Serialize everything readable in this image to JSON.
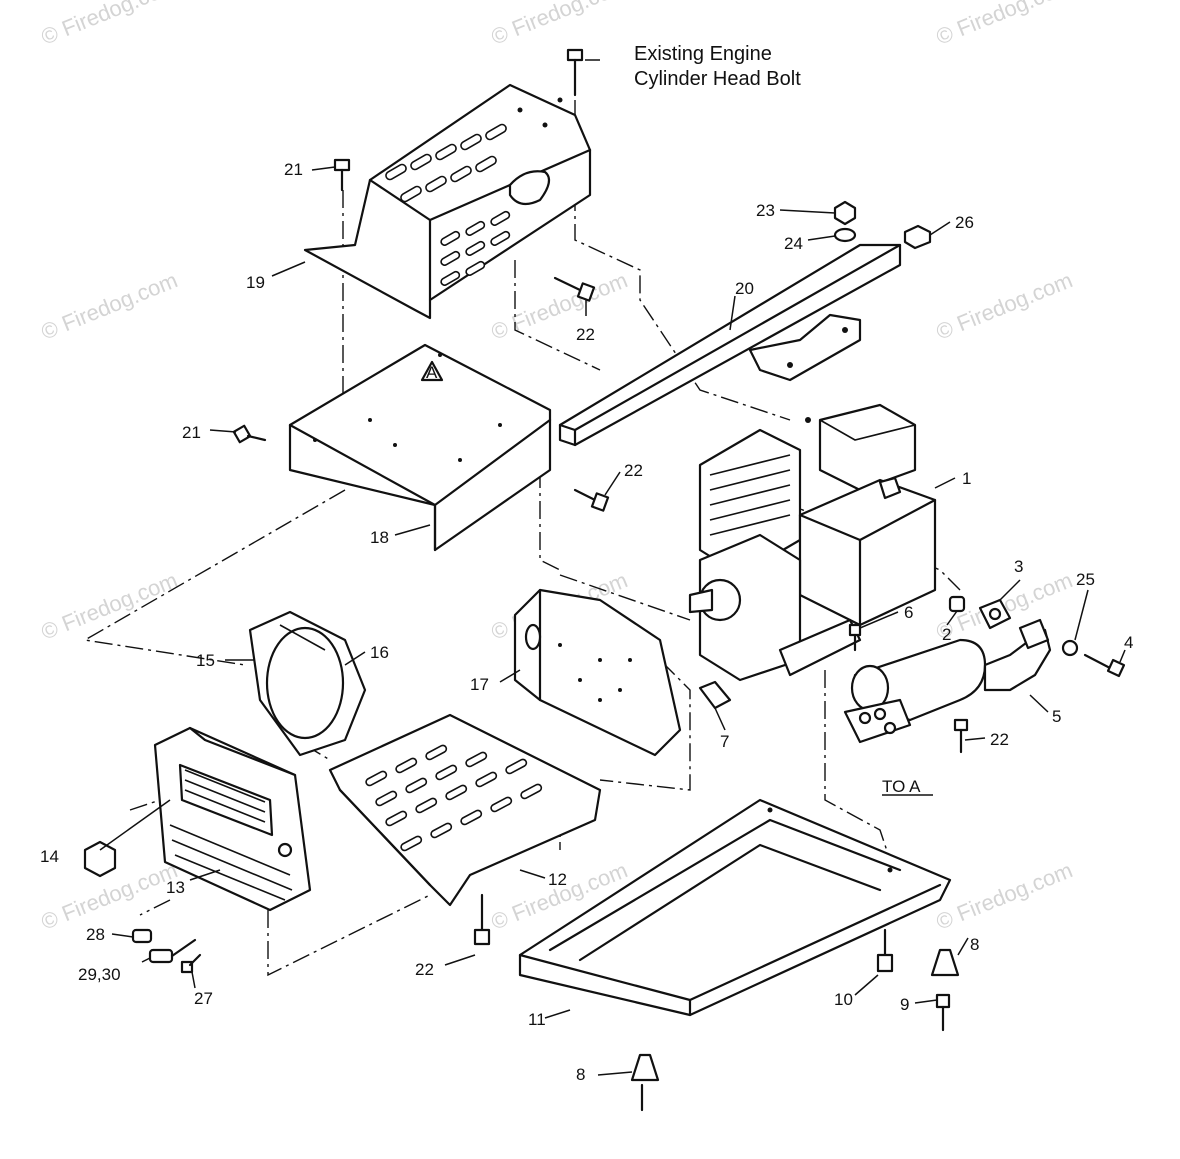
{
  "diagram": {
    "header_note_line1": "Existing Engine",
    "header_note_line2": "Cylinder Head Bolt",
    "watermark_text": "© Firedog.com",
    "callouts": {
      "c1": "1",
      "c2": "2",
      "c3": "3",
      "c4": "4",
      "c5": "5",
      "c6": "6",
      "c7": "7",
      "c8a": "8",
      "c8b": "8",
      "c9": "9",
      "c10": "10",
      "c11": "11",
      "c12": "12",
      "c13": "13",
      "c14": "14",
      "c15": "15",
      "c16": "16",
      "c17": "17",
      "c18": "18",
      "c19": "19",
      "c20": "20",
      "c21a": "21",
      "c21b": "21",
      "c22a": "22",
      "c22b": "22",
      "c22c": "22",
      "c22d": "22",
      "c23": "23",
      "c24": "24",
      "c25": "25",
      "c26": "26",
      "c27": "27",
      "c28": "28",
      "c2930": "29,30"
    },
    "ref_marker_a": "A",
    "to_a_label": "TO A"
  }
}
